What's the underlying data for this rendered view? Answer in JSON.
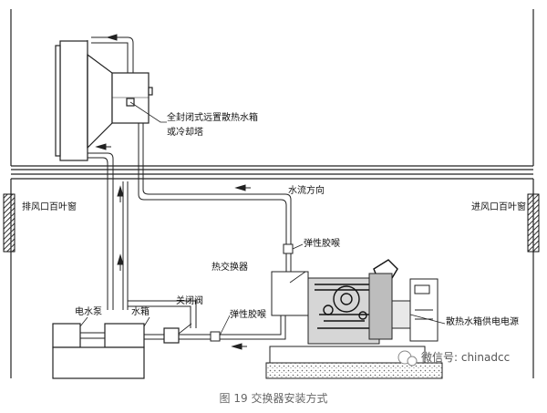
{
  "diagram": {
    "labels": {
      "radiator": "全封闭式远置散热水箱",
      "cooling_tower": "或冷却塔",
      "flow_direction": "水流方向",
      "exhaust_louver": "排风口百叶窗",
      "intake_louver": "进风口百叶窗",
      "flex_hose_upper": "弹性胶喉",
      "flex_hose_lower": "弹性胶喉",
      "heat_exchanger": "热交换器",
      "shutoff_valve": "关闭阀",
      "electric_pump": "电水泵",
      "water_tank": "水箱",
      "radiator_power": "散热水箱供电电源"
    },
    "caption": "图 19 交换器安装方式",
    "watermark": "微信号: chinadcc"
  }
}
